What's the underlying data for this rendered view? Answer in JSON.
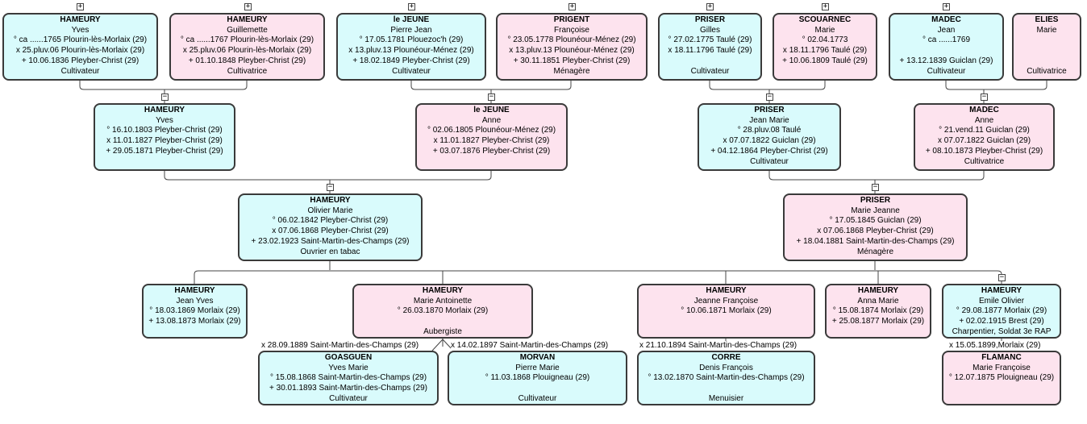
{
  "persons": {
    "p_hy1": {
      "surname": "HAMEURY",
      "given": "Yves",
      "lines": [
        "° ca ......1765 Plourin-lès-Morlaix (29)",
        "x 25.pluv.06 Plourin-lès-Morlaix (29)",
        "+ 10.06.1836 Pleyber-Christ (29)",
        "Cultivateur"
      ]
    },
    "p_hg": {
      "surname": "HAMEURY",
      "given": "Guillemette",
      "lines": [
        "° ca ......1767 Plourin-lès-Morlaix (29)",
        "x 25.pluv.06 Plourin-lès-Morlaix (29)",
        "+ 01.10.1848 Pleyber-Christ (29)",
        "Cultivatrice"
      ]
    },
    "p_ljp": {
      "surname": "le JEUNE",
      "given": "Pierre Jean",
      "lines": [
        "° 17.05.1781 Plouezoc'h (29)",
        "x 13.pluv.13 Plounéour-Ménez (29)",
        "+ 18.02.1849 Pleyber-Christ (29)",
        "Cultivateur"
      ]
    },
    "p_pf": {
      "surname": "PRIGENT",
      "given": "Françoise",
      "lines": [
        "° 23.05.1778 Plounéour-Ménez (29)",
        "x 13.pluv.13 Plounéour-Ménez (29)",
        "+ 30.11.1851 Pleyber-Christ (29)",
        "Ménagère"
      ]
    },
    "p_pg": {
      "surname": "PRISER",
      "given": "Gilles",
      "lines": [
        "° 27.02.1775 Taulé (29)",
        "x 18.11.1796 Taulé (29)",
        "",
        "Cultivateur"
      ]
    },
    "p_sm": {
      "surname": "SCOUARNEC",
      "given": "Marie",
      "lines": [
        "° 02.04.1773",
        "x 18.11.1796 Taulé (29)",
        "+ 10.06.1809 Taulé (29)",
        ""
      ]
    },
    "p_mj": {
      "surname": "MADEC",
      "given": "Jean",
      "lines": [
        "° ca ......1769",
        "",
        "+ 13.12.1839 Guiclan (29)",
        "Cultivateur"
      ]
    },
    "p_em": {
      "surname": "ELIES",
      "given": "Marie",
      "lines": [
        "",
        "",
        "",
        "Cultivatrice"
      ]
    },
    "p_hy2": {
      "surname": "HAMEURY",
      "given": "Yves",
      "lines": [
        "° 16.10.1803 Pleyber-Christ (29)",
        "x 11.01.1827 Pleyber-Christ (29)",
        "+ 29.05.1871 Pleyber-Christ (29)"
      ]
    },
    "p_lja": {
      "surname": "le JEUNE",
      "given": "Anne",
      "lines": [
        "° 02.06.1805 Plounéour-Ménez (29)",
        "x 11.01.1827 Pleyber-Christ (29)",
        "+ 03.07.1876 Pleyber-Christ (29)"
      ]
    },
    "p_pjm": {
      "surname": "PRISER",
      "given": "Jean Marie",
      "lines": [
        "° 28.pluv.08 Taulé",
        "x 07.07.1822 Guiclan (29)",
        "+ 04.12.1864 Pleyber-Christ (29)",
        "Cultivateur"
      ]
    },
    "p_ma": {
      "surname": "MADEC",
      "given": "Anne",
      "lines": [
        "° 21.vend.11 Guiclan (29)",
        "x 07.07.1822 Guiclan (29)",
        "+ 08.10.1873 Pleyber-Christ (29)",
        "Cultivatrice"
      ]
    },
    "p_hom": {
      "surname": "HAMEURY",
      "given": "Olivier Marie",
      "lines": [
        "° 06.02.1842 Pleyber-Christ (29)",
        "x 07.06.1868 Pleyber-Christ (29)",
        "+ 23.02.1923 Saint-Martin-des-Champs (29)",
        "Ouvrier en tabac"
      ]
    },
    "p_pmj": {
      "surname": "PRISER",
      "given": "Marie Jeanne",
      "lines": [
        "° 17.05.1845 Guiclan (29)",
        "x 07.06.1868 Pleyber-Christ (29)",
        "+ 18.04.1881 Saint-Martin-des-Champs (29)",
        "Ménagère"
      ]
    },
    "p_hjy": {
      "surname": "HAMEURY",
      "given": "Jean Yves",
      "lines": [
        "° 18.03.1869 Morlaix (29)",
        "+ 13.08.1873 Morlaix (29)"
      ]
    },
    "p_hma": {
      "surname": "HAMEURY",
      "given": "Marie Antoinette",
      "lines": [
        "° 26.03.1870 Morlaix (29)",
        "",
        "Aubergiste"
      ]
    },
    "p_hjf": {
      "surname": "HAMEURY",
      "given": "Jeanne Françoise",
      "lines": [
        "° 10.06.1871 Morlaix (29)"
      ]
    },
    "p_ham": {
      "surname": "HAMEURY",
      "given": "Anna Marie",
      "lines": [
        "° 15.08.1874 Morlaix (29)",
        "+ 25.08.1877 Morlaix (29)"
      ]
    },
    "p_heo": {
      "surname": "HAMEURY",
      "given": "Emile Olivier",
      "lines": [
        "° 29.08.1877 Morlaix (29)",
        "+ 02.02.1915 Brest (29)",
        "Charpentier, Soldat 3e RAP"
      ]
    },
    "p_gym": {
      "surname": "GOASGUEN",
      "given": "Yves Marie",
      "lines": [
        "° 15.08.1868 Saint-Martin-des-Champs (29)",
        "+ 30.01.1893 Saint-Martin-des-Champs (29)",
        "Cultivateur"
      ]
    },
    "p_mpm": {
      "surname": "MORVAN",
      "given": "Pierre Marie",
      "lines": [
        "° 11.03.1868 Plouigneau (29)",
        "",
        "Cultivateur"
      ]
    },
    "p_cdf": {
      "surname": "CORRE",
      "given": "Denis François",
      "lines": [
        "° 13.02.1870 Saint-Martin-des-Champs (29)",
        "",
        "Menuisier"
      ]
    },
    "p_fmf": {
      "surname": "FLAMANC",
      "given": "Marie Françoise",
      "lines": [
        "° 12.07.1875 Plouigneau (29)"
      ]
    }
  },
  "marriage_labels": {
    "m1": "x 28.09.1889 Saint-Martin-des-Champs (29)",
    "m2": "x 14.02.1897 Saint-Martin-des-Champs (29)",
    "m3": "x 21.10.1894 Saint-Martin-des-Champs (29)",
    "m4": "x 15.05.1899,Morlaix (29)"
  },
  "toggle_symbols": {
    "expand": "+",
    "collapse": "−"
  },
  "colors": {
    "male": "#d9fbfc",
    "female": "#fde3ee",
    "border": "#3a3a3a",
    "line": "#444444"
  }
}
